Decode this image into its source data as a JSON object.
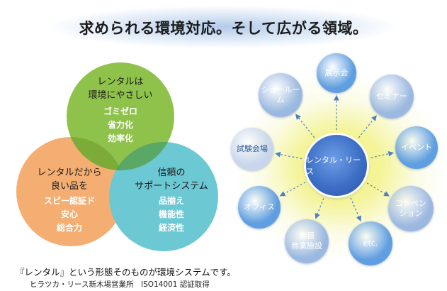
{
  "title": "求められる環境対応。そして広がる領域。",
  "venn": {
    "green": {
      "heading": [
        "レンタルは",
        "環境にやさしい"
      ],
      "items": [
        "ゴミゼロ",
        "省力化",
        "効率化"
      ],
      "color": "#86bd3c"
    },
    "orange": {
      "heading": [
        "レンタルだから",
        "良い品を"
      ],
      "items": [
        "スピー認証ド",
        "安心",
        "総合力"
      ],
      "color": "#f4ae72"
    },
    "teal": {
      "heading": [
        "信頼の",
        "サポートシステム"
      ],
      "items": [
        "品揃え",
        "機能性",
        "経済性"
      ],
      "color": "#6cc8d3"
    }
  },
  "hub": {
    "center": "レンタル・リース",
    "nodes": [
      {
        "label": "展示会",
        "color": "#5f9ee0"
      },
      {
        "label": "セミナー",
        "color": "#9bb9e0"
      },
      {
        "label": "イベント",
        "color": "#5f9ee0"
      },
      {
        "label": "コンベン\nション",
        "color": "#9bb9e0"
      },
      {
        "label": "etc.",
        "color": "#5f9ee0"
      },
      {
        "label": "各種\n商業施設",
        "color": "#9bb9e0"
      },
      {
        "label": "オフィス",
        "color": "#5f9ee0"
      },
      {
        "label": "試験会場",
        "color": "#c7d6ec",
        "text_color": "#2f5e9e"
      },
      {
        "label": "ショールーム",
        "color": "#9bb9e0"
      }
    ]
  },
  "footer": {
    "line1": "『レンタル』という形態そのものが環境システムです。",
    "line2": "ヒラツカ・リース新木場営業所　ISO14001 認証取得"
  }
}
